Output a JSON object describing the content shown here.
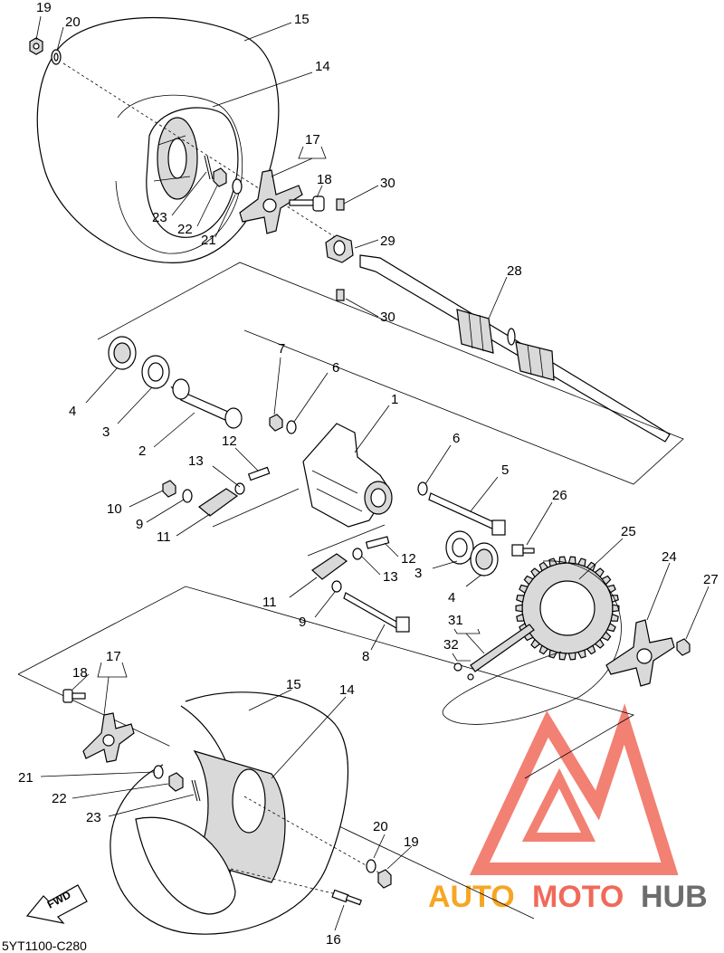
{
  "diagram_code": "5YT1100-C280",
  "fwd_label": "FWD",
  "watermark": {
    "auto": "AUTO",
    "moto": "MOTO",
    "hub": "HUB",
    "color_auto": "#f5a623",
    "color_moto": "#f06a5a",
    "color_hub": "#6d6d6d",
    "logo_color": "#f06a5a"
  },
  "callouts": {
    "c19a": "19",
    "c20a": "20",
    "c15a": "15",
    "c14a": "14",
    "c17a": "17",
    "c18a": "18",
    "c30a": "30",
    "c29": "29",
    "c28": "28",
    "c30b": "30",
    "c23a": "23",
    "c22a": "22",
    "c21a": "21",
    "c4a": "4",
    "c3a": "3",
    "c2": "2",
    "c7": "7",
    "c6a": "6",
    "c1": "1",
    "c12a": "12",
    "c13a": "13",
    "c10": "10",
    "c9a": "9",
    "c11a": "11",
    "c6b": "6",
    "c5": "5",
    "c26": "26",
    "c25": "25",
    "c24": "24",
    "c27": "27",
    "c12b": "12",
    "c13b": "13",
    "c3b": "3",
    "c4b": "4",
    "c11b": "11",
    "c9b": "9",
    "c8": "8",
    "c31": "31",
    "c32": "32",
    "c17b": "17",
    "c18b": "18",
    "c15b": "15",
    "c14b": "14",
    "c21b": "21",
    "c22b": "22",
    "c23b": "23",
    "c20b": "20",
    "c19b": "19",
    "c16": "16"
  }
}
